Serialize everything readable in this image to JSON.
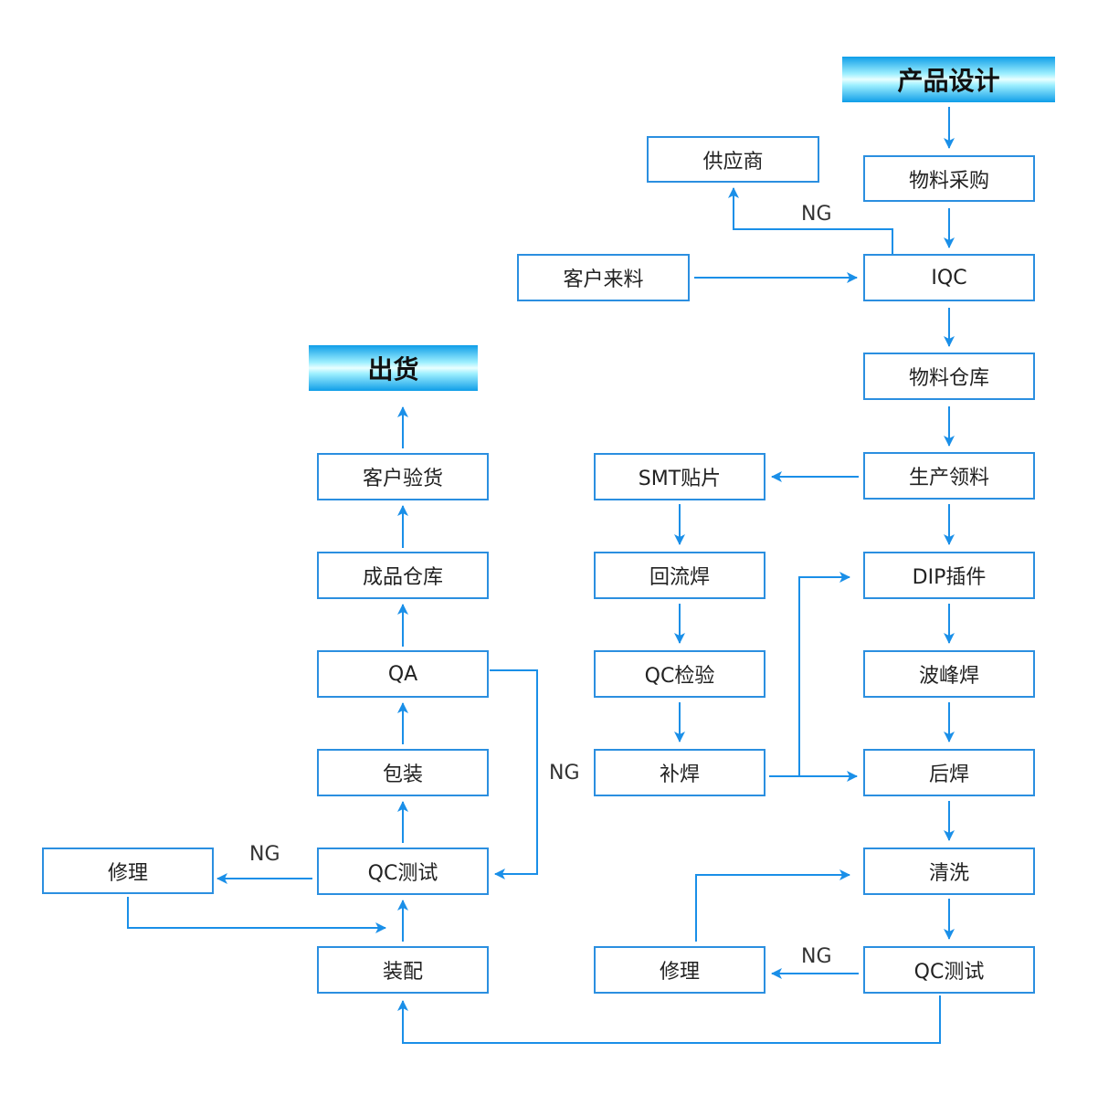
{
  "headers": {
    "design": "产品设计",
    "ship": "出货"
  },
  "boxes": {
    "supplier": "供应商",
    "purchase": "物料采购",
    "customer_material": "客户来料",
    "iqc": "IQC",
    "warehouse": "物料仓库",
    "requisition": "生产领料",
    "smt": "SMT贴片",
    "reflow": "回流焊",
    "qc_inspect": "QC检验",
    "touchup": "补焊",
    "dip": "DIP插件",
    "wave": "波峰焊",
    "post_solder": "后焊",
    "clean": "清洗",
    "qc_test_right": "QC测试",
    "repair_right": "修理",
    "assembly": "装配",
    "qc_test_left": "QC测试",
    "repair_left": "修理",
    "pack": "包装",
    "qa": "QA",
    "fg_warehouse": "成品仓库",
    "customer_check": "客户验货"
  },
  "labels": {
    "ng_supplier": "NG",
    "ng_touchup": "NG",
    "ng_left": "NG",
    "ng_right": "NG"
  },
  "colors": {
    "line": "#1a8fe8",
    "border": "#2b8fe0"
  }
}
